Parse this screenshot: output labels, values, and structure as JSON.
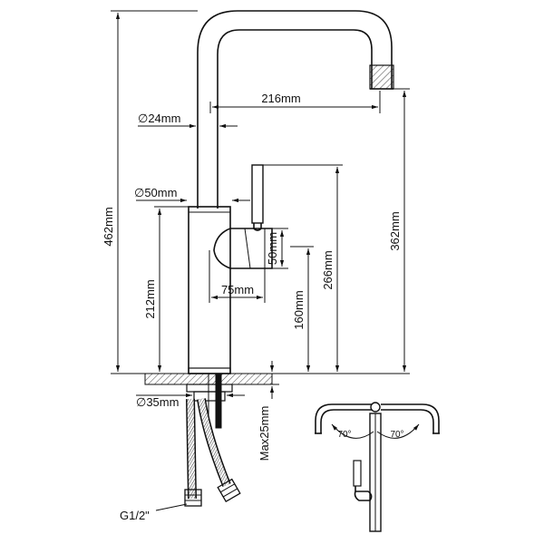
{
  "dimensions": {
    "total_height": "462mm",
    "spout_height": "362mm",
    "spout_reach": "216mm",
    "pipe_diameter": "∅24mm",
    "body_diameter": "∅50mm",
    "body_height": "212mm",
    "lever_height": "266mm",
    "handle_height": "50mm",
    "handle_offset": "75mm",
    "handle_base_height": "160mm",
    "base_diameter": "∅35mm",
    "max_thickness": "Max25mm",
    "connection": "G1/2\""
  },
  "swivel": {
    "angle_left": "70°",
    "angle_right": "70°"
  }
}
